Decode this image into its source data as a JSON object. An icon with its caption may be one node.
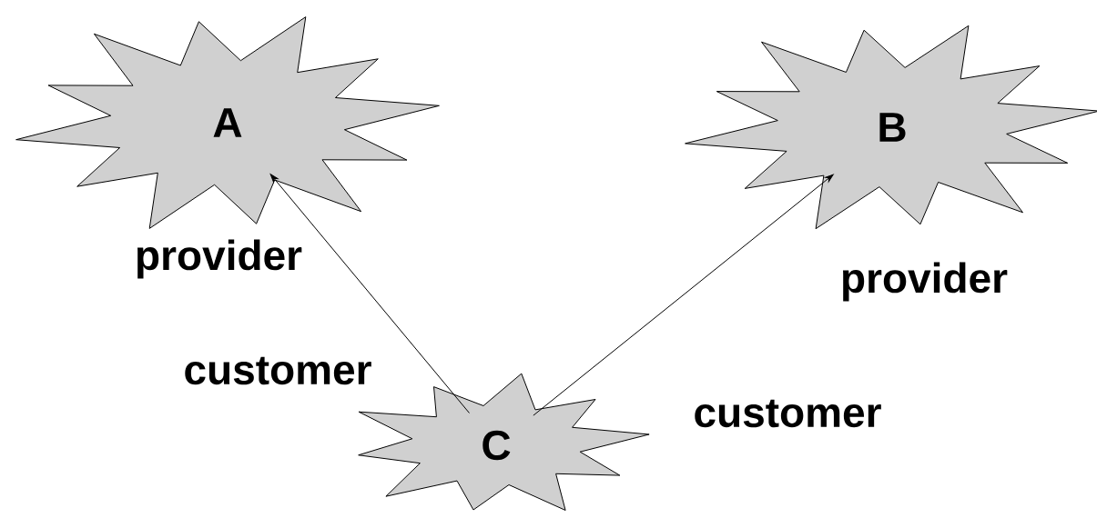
{
  "diagram": {
    "nodes": [
      {
        "text": [
          "A"
        ]
      },
      {
        "text": [
          "B"
        ]
      },
      {
        "text": [
          "C"
        ]
      }
    ],
    "edges": [
      {
        "from": 2,
        "to": 0,
        "arrow": "to"
      },
      {
        "from": 2,
        "to": 1,
        "arrow": "to"
      }
    ],
    "labels": [
      "provider",
      "provider",
      "customer",
      "customer"
    ]
  }
}
